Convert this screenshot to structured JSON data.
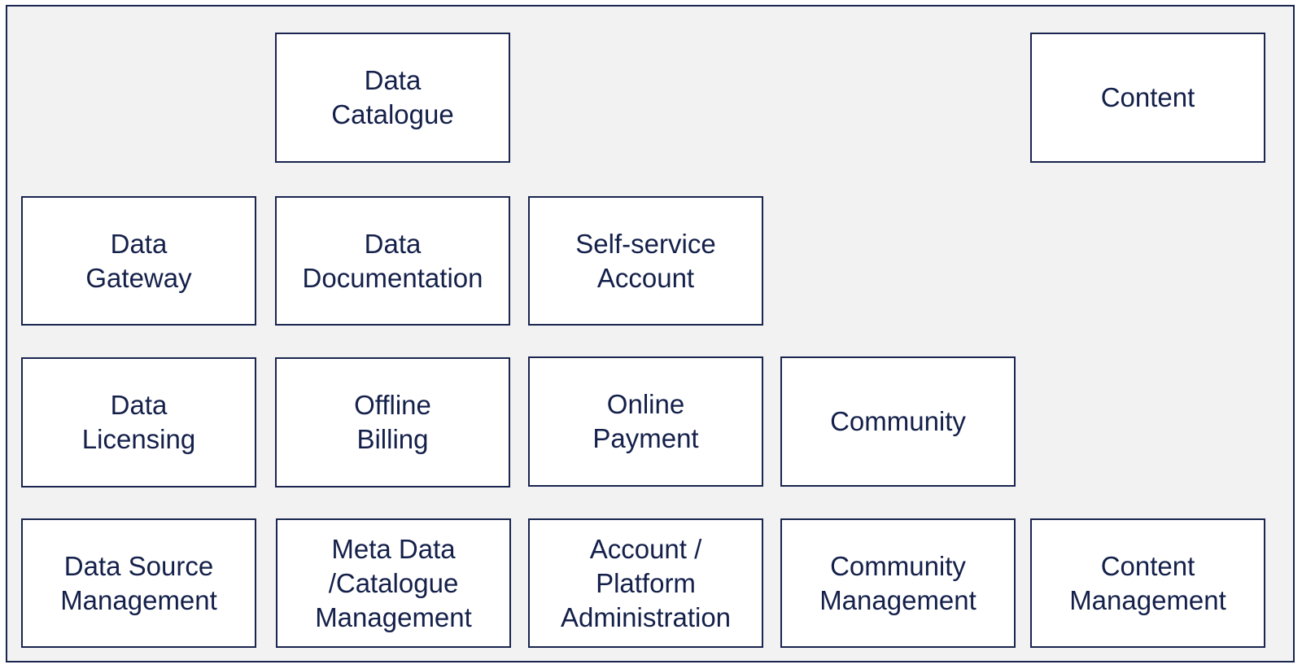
{
  "colors": {
    "border": "#1a2550",
    "text": "#14204a",
    "background": "#f2f2f2",
    "box_fill": "#ffffff"
  },
  "boxes": [
    {
      "id": "data-catalogue",
      "label": "Data\nCatalogue"
    },
    {
      "id": "content",
      "label": "Content"
    },
    {
      "id": "data-gateway",
      "label": "Data\nGateway"
    },
    {
      "id": "data-documentation",
      "label": "Data\nDocumentation"
    },
    {
      "id": "self-service-account",
      "label": "Self-service\nAccount"
    },
    {
      "id": "data-licensing",
      "label": "Data\nLicensing"
    },
    {
      "id": "offline-billing",
      "label": "Offline\nBilling"
    },
    {
      "id": "online-payment",
      "label": "Online\nPayment"
    },
    {
      "id": "community",
      "label": "Community"
    },
    {
      "id": "data-source-management",
      "label": "Data Source\nManagement"
    },
    {
      "id": "meta-data-catalogue-management",
      "label": "Meta Data\n/Catalogue\nManagement"
    },
    {
      "id": "account-platform-administration",
      "label": "Account /\nPlatform\nAdministration"
    },
    {
      "id": "community-management",
      "label": "Community\nManagement"
    },
    {
      "id": "content-management",
      "label": "Content\nManagement"
    }
  ]
}
